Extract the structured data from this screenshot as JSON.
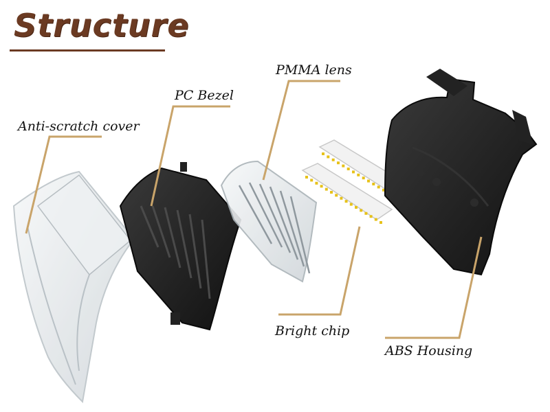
{
  "title": "Structure",
  "labels": {
    "cover": "Anti-scratch cover",
    "bezel": "PC Bezel",
    "lens": "PMMA lens",
    "chip": "Bright chip",
    "housing": "ABS Housing"
  },
  "colors": {
    "title": "#6b3a22",
    "leader": "#c9a46a",
    "parts_dark": "#1c1c1c",
    "lens_clear": "#dfe3e6",
    "chip_led": "#e7c21a"
  }
}
